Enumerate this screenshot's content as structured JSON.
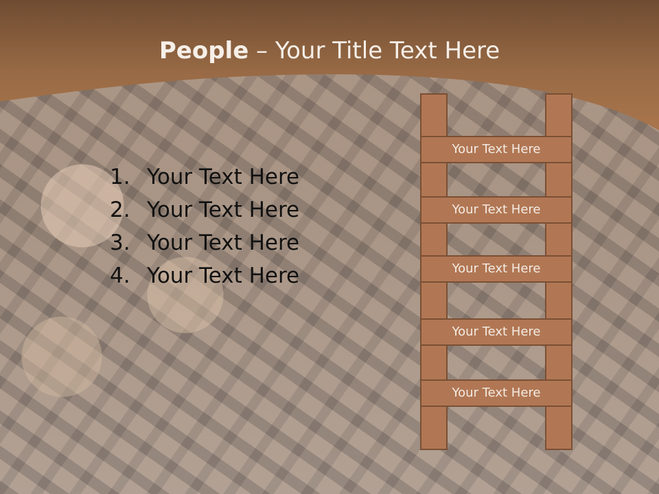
{
  "title": {
    "bold": "People",
    "rest": " – Your Title Text Here"
  },
  "list": [
    {
      "number": "1.",
      "text": "Your Text Here"
    },
    {
      "number": "2.",
      "text": "Your Text Here"
    },
    {
      "number": "3.",
      "text": "Your Text Here"
    },
    {
      "number": "4.",
      "text": "Your Text Here"
    }
  ],
  "ladder": {
    "rungs": [
      "Your Text Here",
      "Your Text Here",
      "Your Text Here",
      "Your Text Here",
      "Your Text Here"
    ]
  }
}
